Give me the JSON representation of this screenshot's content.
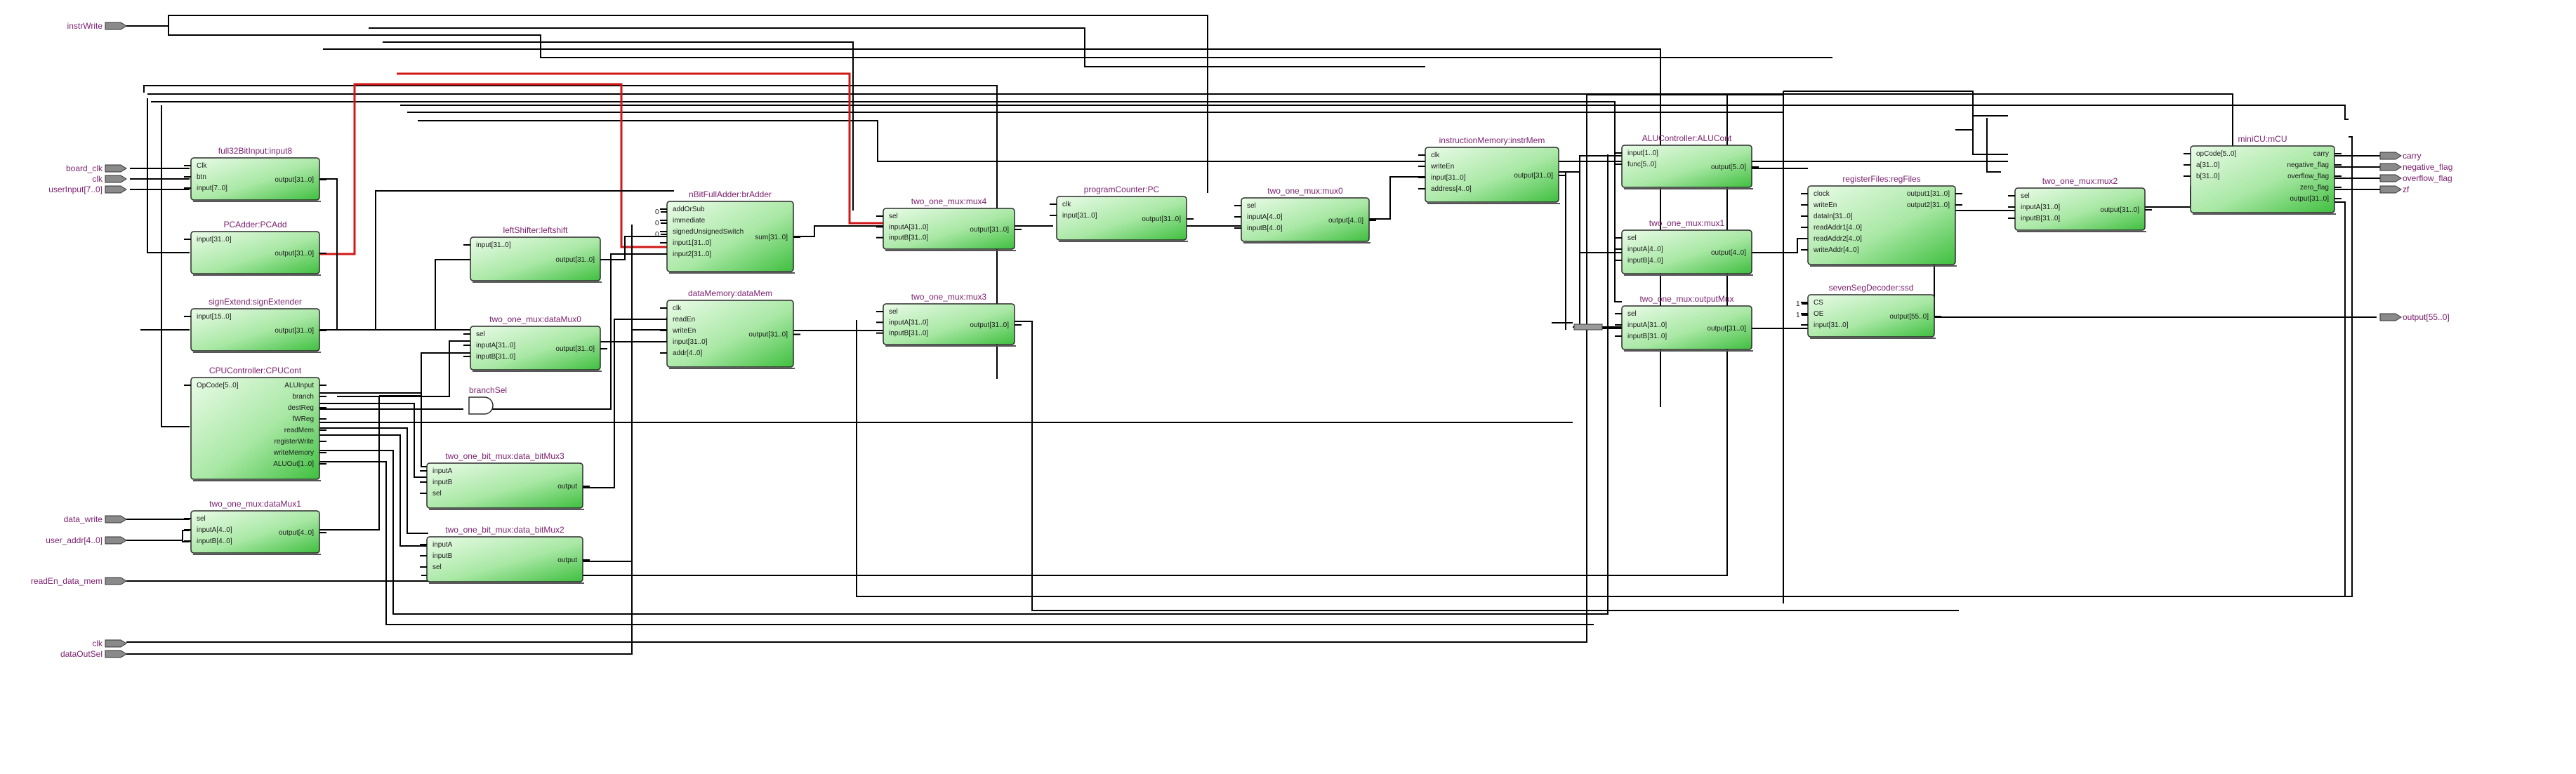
{
  "colors": {
    "block_fill_light": "#eafbe8",
    "block_fill_dark": "#3fbf3f",
    "block_border": "#2b2b2b",
    "wire": "#000000",
    "highlight_wire": "#d01818",
    "label": "#7a1f6e",
    "port_fill": "#8a8a8a"
  },
  "inputs": [
    {
      "label": "instrWrite"
    },
    {
      "label": "board_clk"
    },
    {
      "label": "clk"
    },
    {
      "label": "userInput[7..0]"
    },
    {
      "label": "data_write"
    },
    {
      "label": "user_addr[4..0]"
    },
    {
      "label": "readEn_data_mem"
    },
    {
      "label": "clk"
    },
    {
      "label": "dataOutSel"
    }
  ],
  "outputs": [
    {
      "label": "carry"
    },
    {
      "label": "negative_flag"
    },
    {
      "label": "overflow_flag"
    },
    {
      "label": "zf"
    },
    {
      "label": "output[55..0]"
    }
  ],
  "blocks": [
    {
      "id": "input8",
      "title": "full32BitInput:input8",
      "left_pins": [
        "Clk",
        "btn",
        "input[7..0]"
      ],
      "right_pins": [
        "output[31..0]"
      ]
    },
    {
      "id": "pcadd",
      "title": "PCAdder:PCAdd",
      "left_pins": [
        "input[31..0]"
      ],
      "right_pins": [
        "output[31..0]"
      ]
    },
    {
      "id": "signext",
      "title": "signExtend:signExtender",
      "left_pins": [
        "input[15..0]"
      ],
      "right_pins": [
        "output[31..0]"
      ]
    },
    {
      "id": "cpucont",
      "title": "CPUController:CPUCont",
      "left_pins": [
        "OpCode[5..0]"
      ],
      "right_pins": [
        "ALUInput",
        "branch",
        "destReg",
        "fWReg",
        "readMem",
        "registerWrite",
        "writeMemory",
        "ALUOut[1..0]"
      ]
    },
    {
      "id": "datamux1",
      "title": "two_one_mux:dataMux1",
      "left_pins": [
        "sel",
        "inputA[4..0]",
        "inputB[4..0]"
      ],
      "right_pins": [
        "output[4..0]"
      ]
    },
    {
      "id": "leftshift",
      "title": "leftShifter:leftshift",
      "left_pins": [
        "input[31..0]"
      ],
      "right_pins": [
        "output[31..0]"
      ]
    },
    {
      "id": "datamux0",
      "title": "two_one_mux:dataMux0",
      "left_pins": [
        "sel",
        "inputA[31..0]",
        "inputB[31..0]"
      ],
      "right_pins": [
        "output[31..0]"
      ]
    },
    {
      "id": "bitmux3",
      "title": "two_one_bit_mux:data_bitMux3",
      "left_pins": [
        "inputA",
        "inputB",
        "sel"
      ],
      "right_pins": [
        "output"
      ]
    },
    {
      "id": "bitmux2",
      "title": "two_one_bit_mux:data_bitMux2",
      "left_pins": [
        "inputA",
        "inputB",
        "sel"
      ],
      "right_pins": [
        "output"
      ]
    },
    {
      "id": "adder",
      "title": "nBitFullAdder:brAdder",
      "left_pins": [
        "addOrSub",
        "immediate",
        "signedUnsignedSwitch",
        "input1[31..0]",
        "input2[31..0]"
      ],
      "right_pins": [
        "sum[31..0]"
      ]
    },
    {
      "id": "datamem",
      "title": "dataMemory:dataMem",
      "left_pins": [
        "clk",
        "readEn",
        "writeEn",
        "input[31..0]",
        "addr[4..0]"
      ],
      "right_pins": [
        "output[31..0]"
      ]
    },
    {
      "id": "mux4",
      "title": "two_one_mux:mux4",
      "left_pins": [
        "sel",
        "inputA[31..0]",
        "inputB[31..0]"
      ],
      "right_pins": [
        "output[31..0]"
      ]
    },
    {
      "id": "mux3",
      "title": "two_one_mux:mux3",
      "left_pins": [
        "sel",
        "inputA[31..0]",
        "inputB[31..0]"
      ],
      "right_pins": [
        "output[31..0]"
      ]
    },
    {
      "id": "pc",
      "title": "programCounter:PC",
      "left_pins": [
        "clk",
        "input[31..0]"
      ],
      "right_pins": [
        "output[31..0]"
      ]
    },
    {
      "id": "mux0",
      "title": "two_one_mux:mux0",
      "left_pins": [
        "sel",
        "inputA[4..0]",
        "inputB[4..0]"
      ],
      "right_pins": [
        "output[4..0]"
      ]
    },
    {
      "id": "instrmem",
      "title": "instructionMemory:instrMem",
      "left_pins": [
        "clk",
        "writeEn",
        "input[31..0]",
        "address[4..0]"
      ],
      "right_pins": [
        "output[31..0]"
      ]
    },
    {
      "id": "aluc",
      "title": "ALUController:ALUCont",
      "left_pins": [
        "input[1..0]",
        "func[5..0]"
      ],
      "right_pins": [
        "output[5..0]"
      ]
    },
    {
      "id": "mux1",
      "title": "two_one_mux:mux1",
      "left_pins": [
        "sel",
        "inputA[4..0]",
        "inputB[4..0]"
      ],
      "right_pins": [
        "output[4..0]"
      ]
    },
    {
      "id": "outmux",
      "title": "two_one_mux:outputMux",
      "left_pins": [
        "sel",
        "inputA[31..0]",
        "inputB[31..0]"
      ],
      "right_pins": [
        "output[31..0]"
      ]
    },
    {
      "id": "regfile",
      "title": "registerFiles:regFiles",
      "left_pins": [
        "clock",
        "writeEn",
        "dataIn[31..0]",
        "readAddr1[4..0]",
        "readAddr2[4..0]",
        "writeAddr[4..0]"
      ],
      "right_pins": [
        "output1[31..0]",
        "output2[31..0]"
      ]
    },
    {
      "id": "ssd",
      "title": "sevenSegDecoder:ssd",
      "left_pins": [
        "CS",
        "OE",
        "input[31..0]"
      ],
      "right_pins": [
        "output[55..0]"
      ]
    },
    {
      "id": "mux2",
      "title": "two_one_mux:mux2",
      "left_pins": [
        "sel",
        "inputA[31..0]",
        "inputB[31..0]"
      ],
      "right_pins": [
        "output[31..0]"
      ]
    },
    {
      "id": "mcu",
      "title": "miniCU:mCU",
      "left_pins": [
        "opCode[5..0]",
        "a[31..0]",
        "b[31..0]"
      ],
      "right_pins": [
        "carry",
        "negative_flag",
        "overflow_flag",
        "zero_flag",
        "output[31..0]"
      ]
    }
  ],
  "gate": {
    "title": "branchSel"
  },
  "adder_constants": [
    "0",
    "0",
    "0"
  ],
  "ssd_constants": [
    "1",
    "1"
  ]
}
